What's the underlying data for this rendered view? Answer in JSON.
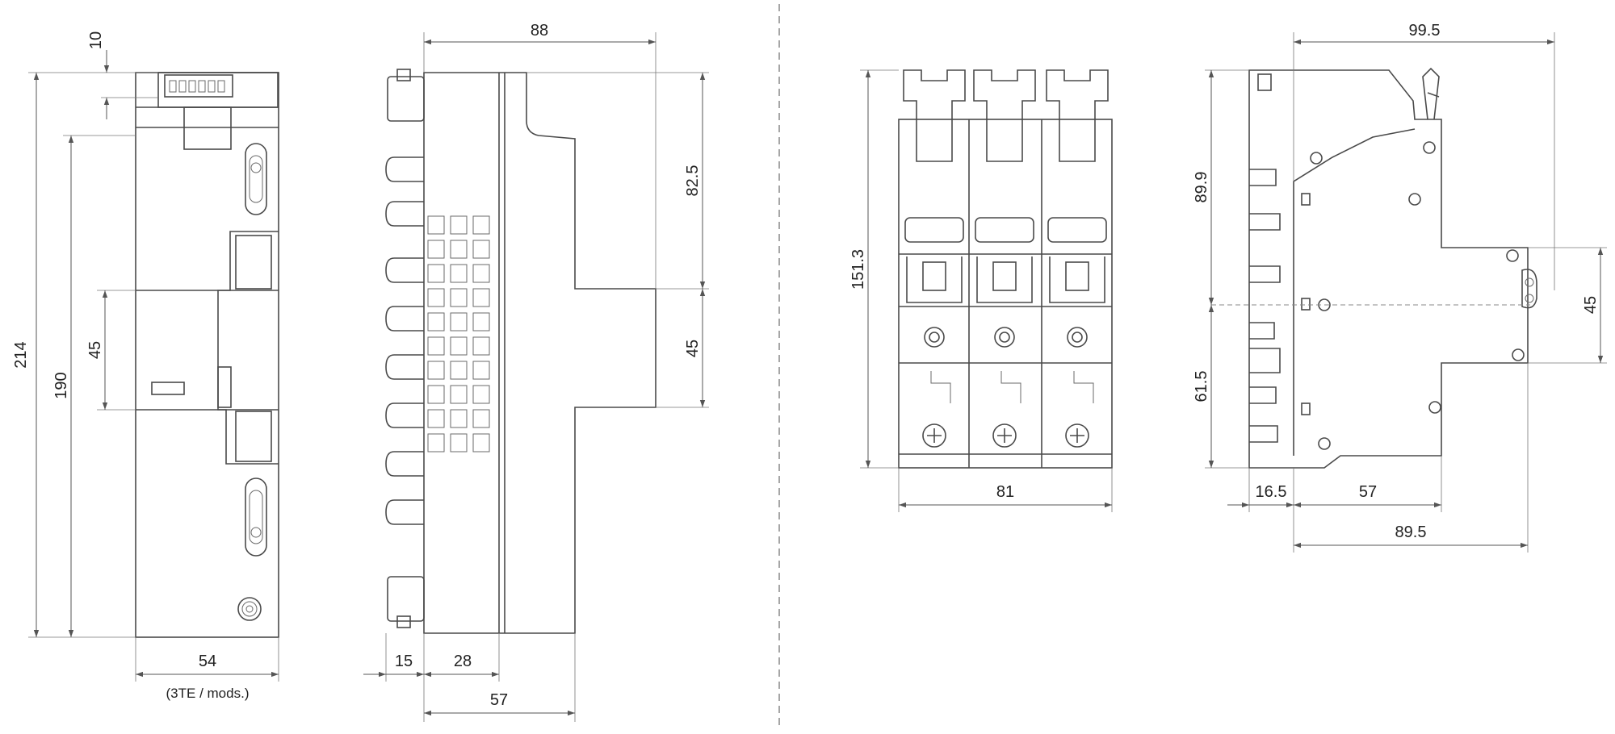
{
  "views": {
    "front": {
      "dims": {
        "d10": "10",
        "d214": "214",
        "d190": "190",
        "d45": "45",
        "d54": "54",
        "note": "(3TE / mods.)"
      }
    },
    "side": {
      "dims": {
        "d88": "88",
        "d82_5": "82.5",
        "d45": "45",
        "d15": "15",
        "d28": "28",
        "d57": "57"
      }
    },
    "breaker_front": {
      "dims": {
        "d151_3": "151.3",
        "d81": "81"
      }
    },
    "breaker_side": {
      "dims": {
        "d99_5": "99.5",
        "d89_9": "89.9",
        "d61_5": "61.5",
        "d45": "45",
        "d16_5": "16.5",
        "d57": "57",
        "d89_5": "89.5"
      }
    }
  }
}
